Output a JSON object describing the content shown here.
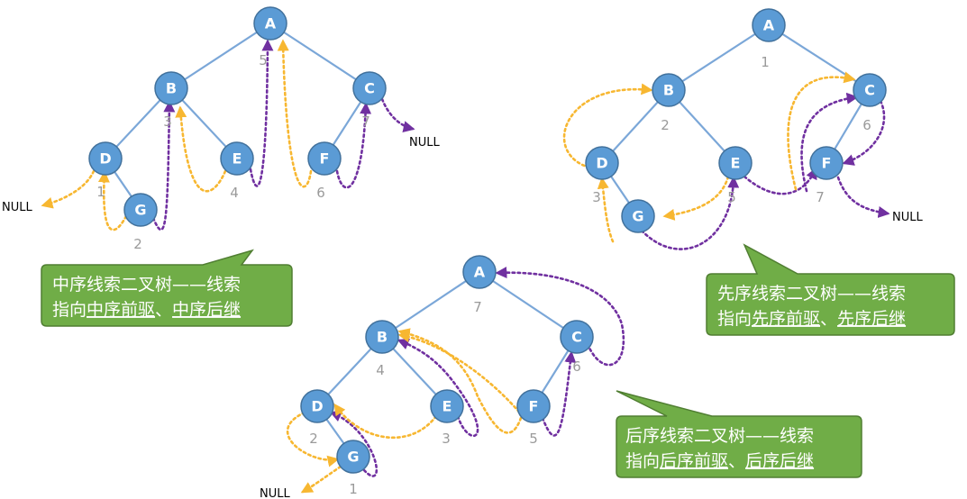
{
  "panels": [
    {
      "id": "inorder",
      "numbers": {
        "A": "5",
        "B": "3",
        "C": "7",
        "D": "1",
        "E": "4",
        "F": "6",
        "G": "2"
      },
      "nulls": [
        "NULL",
        "NULL"
      ],
      "callout": {
        "line1": "中序线索二叉树——线索",
        "line2_prefix": "指向",
        "pred": "中序前驱",
        "sep": "、",
        "succ": "中序后继"
      }
    },
    {
      "id": "preorder",
      "numbers": {
        "A": "1",
        "B": "2",
        "C": "6",
        "D": "3",
        "E": "5",
        "F": "7"
      },
      "nulls": [
        "NULL"
      ],
      "callout": {
        "line1": "先序线索二叉树——线索",
        "line2_prefix": "指向",
        "pred": "先序前驱",
        "sep": "、",
        "succ": "先序后继"
      }
    },
    {
      "id": "postorder",
      "numbers": {
        "A": "7",
        "B": "4",
        "C": "6",
        "D": "2",
        "E": "3",
        "F": "5",
        "G": "1"
      },
      "nulls": [
        "NULL"
      ],
      "callout": {
        "line1": "后序线索二叉树——线索",
        "line2_prefix": "指向",
        "pred": "后序前驱",
        "sep": "、",
        "succ": "后序后继"
      }
    }
  ],
  "nodes": [
    "A",
    "B",
    "C",
    "D",
    "E",
    "F",
    "G"
  ],
  "colors": {
    "node_fill": "#5b9bd5",
    "edge": "#7ba7d8",
    "predecessor_thread": "#f7b731",
    "successor_thread": "#7030a0",
    "callout": "#70ad47"
  }
}
